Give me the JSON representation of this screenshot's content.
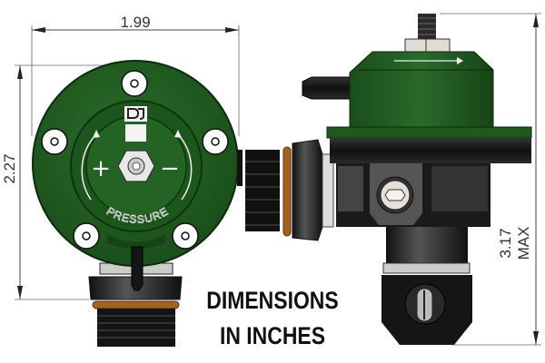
{
  "dimensions": {
    "width": "1.99",
    "height": "2.27",
    "max_height": "3.17",
    "max_label": "MAX"
  },
  "note": {
    "line1": "DIMENSIONS",
    "line2": "IN INCHES"
  },
  "front_view": {
    "plus_label": "+",
    "minus_label": "−",
    "arc_label": "PRESSURE"
  },
  "colors": {
    "body_green": "#1f5a1f",
    "dark_green": "#143d14",
    "black": "#151515",
    "oring": "#a5621f",
    "steel": "#d8d8d8"
  }
}
